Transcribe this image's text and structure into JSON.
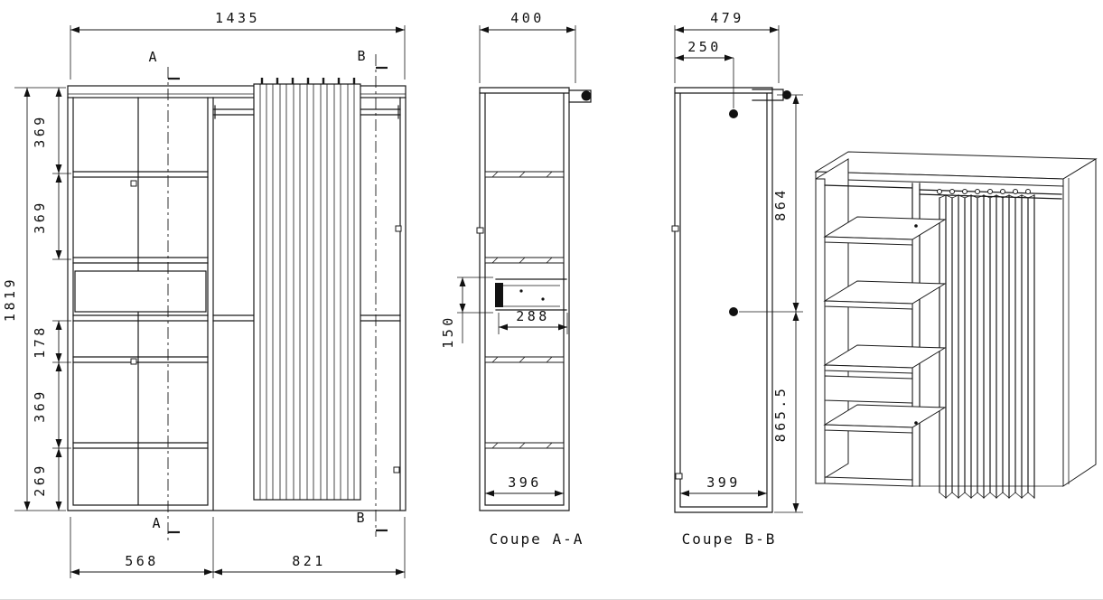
{
  "page": {
    "background": "#ffffff",
    "line_color": "#1a1a1a"
  },
  "front_view": {
    "dim_total_width": "1435",
    "dim_total_height": "1819",
    "left_chain": [
      "369",
      "369",
      "178",
      "369",
      "269"
    ],
    "dim_bottom_left": "568",
    "dim_bottom_right": "821",
    "section_a_label": "A",
    "section_b_label": "B"
  },
  "section_aa": {
    "caption": "Coupe A-A",
    "dim_depth": "400",
    "dim_drawer_slide": "288",
    "dim_drawer_height": "150",
    "dim_inner_depth": "396"
  },
  "section_bb": {
    "caption": "Coupe B-B",
    "dim_depth": "479",
    "dim_rail_offset": "250",
    "dim_upper_height": "864",
    "dim_lower_height": "865.5",
    "dim_inner_depth": "399"
  }
}
